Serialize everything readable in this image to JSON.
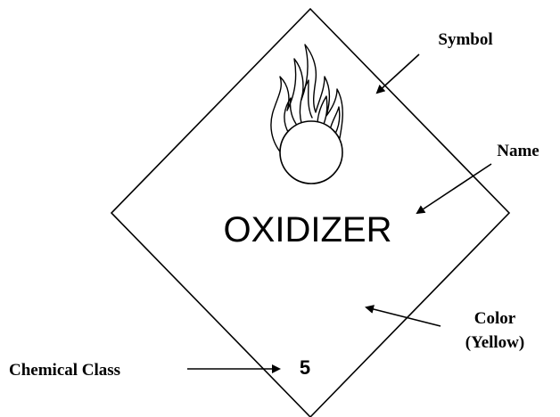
{
  "placard": {
    "name": "OXIDIZER",
    "class_number": "5",
    "symbol_icon": "flame-over-circle-icon"
  },
  "callouts": {
    "symbol": "Symbol",
    "name": "Name",
    "color_line1": "Color",
    "color_line2": "(Yellow)",
    "chemical_class": "Chemical Class"
  },
  "colors": {
    "outline": "#000000",
    "background": "#ffffff"
  }
}
